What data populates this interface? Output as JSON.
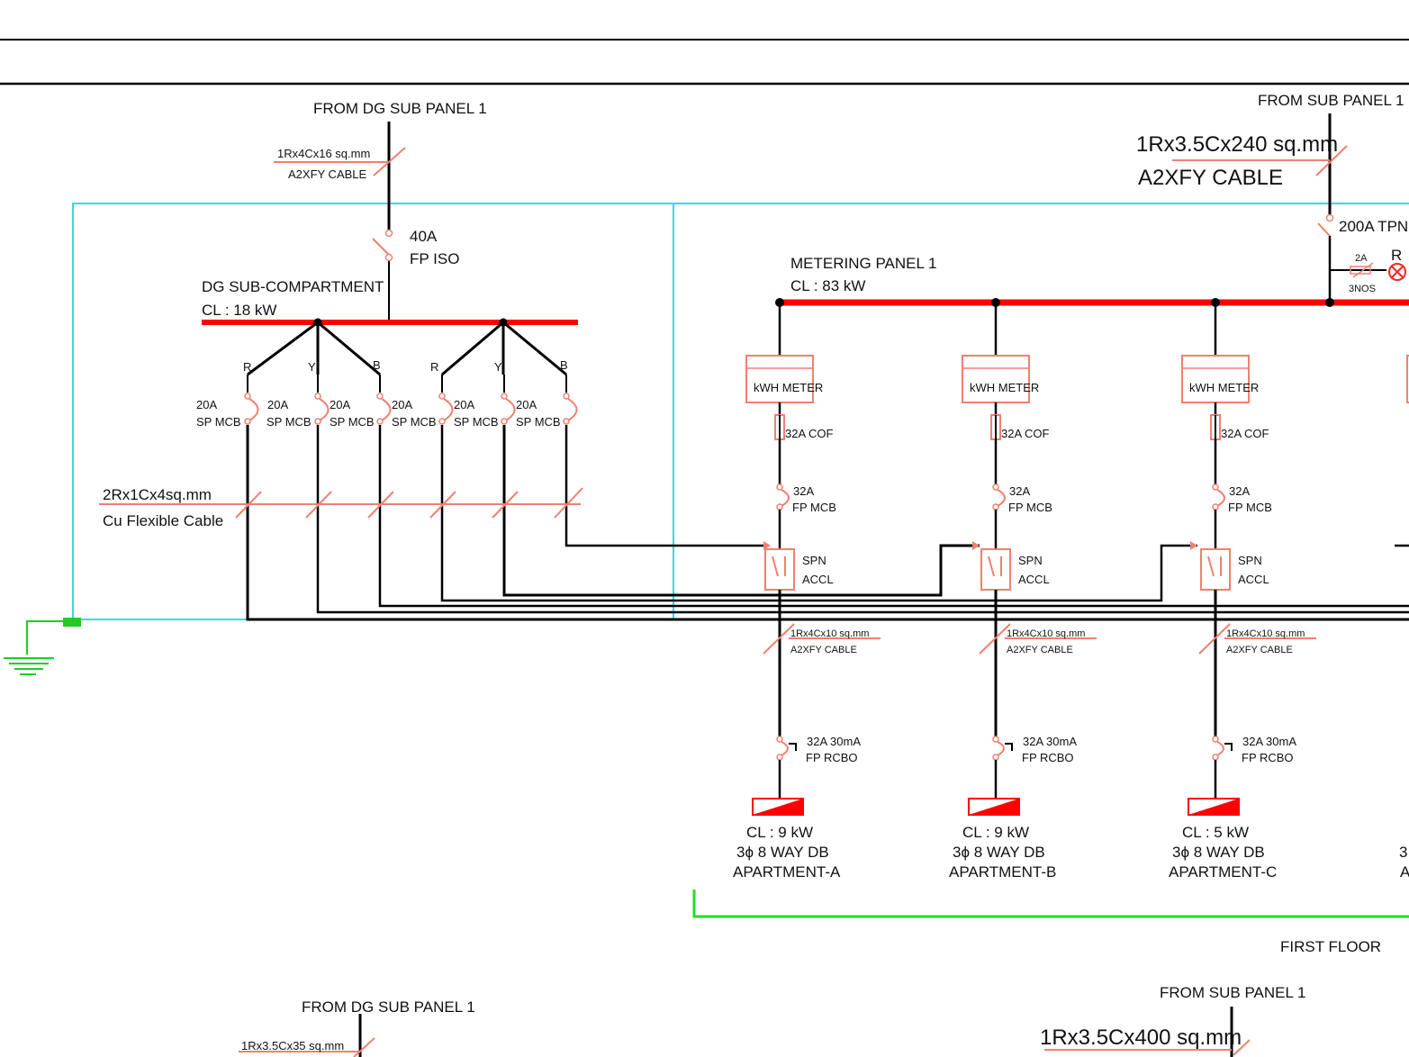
{
  "colors": {
    "wire": "#000000",
    "busbar": "#ff0000",
    "symbol": "#f08070",
    "boundary": "#33dddd",
    "earth": "#22cc22",
    "floor_line": "#22dd22"
  },
  "dg_section": {
    "source_label": "FROM DG SUB PANEL 1",
    "cable_size": "1Rx4Cx16 sq.mm",
    "cable_type": "A2XFY CABLE",
    "isolator_rating": "40A",
    "isolator_type": "FP ISO",
    "compartment_name": "DG SUB-COMPARTMENT",
    "compartment_load": "CL : 18 kW",
    "phases": [
      "R",
      "Y",
      "B",
      "R",
      "Y",
      "B"
    ],
    "mcbs": [
      {
        "rating": "20A",
        "type": "SP MCB"
      },
      {
        "rating": "20A",
        "type": "SP MCB"
      },
      {
        "rating": "20A",
        "type": "SP MCB"
      },
      {
        "rating": "20A",
        "type": "SP MCB"
      },
      {
        "rating": "20A",
        "type": "SP MCB"
      },
      {
        "rating": "20A",
        "type": "SP MCB"
      }
    ],
    "flex_cable_size": "2Rx1Cx4sq.mm",
    "flex_cable_type": "Cu Flexible Cable"
  },
  "main_section": {
    "source_label": "FROM SUB PANEL 1",
    "cable_size": "1Rx3.5Cx240 sq.mm",
    "cable_type": "A2XFY CABLE",
    "incomer": "200A TPN",
    "indicator_rating": "2A",
    "indicator_phase": "R",
    "indicator_qty": "3NOS",
    "panel_name": "METERING PANEL 1",
    "panel_load": "CL : 83 kW"
  },
  "feeders": [
    {
      "meter": "kWH METER",
      "cof": "32A COF",
      "mcb_rating": "32A",
      "mcb_type": "FP MCB",
      "accl_line1": "SPN",
      "accl_line2": "ACCL",
      "cable_size": "1Rx4Cx10 sq.mm",
      "cable_type": "A2XFY CABLE",
      "rcbo_rating": "32A 30mA",
      "rcbo_type": "FP RCBO",
      "load": "CL : 9 kW",
      "db": "3ϕ 8 WAY DB",
      "apartment": "APARTMENT-A"
    },
    {
      "meter": "kWH METER",
      "cof": "32A COF",
      "mcb_rating": "32A",
      "mcb_type": "FP MCB",
      "accl_line1": "SPN",
      "accl_line2": "ACCL",
      "cable_size": "1Rx4Cx10 sq.mm",
      "cable_type": "A2XFY CABLE",
      "rcbo_rating": "32A 30mA",
      "rcbo_type": "FP RCBO",
      "load": "CL : 9 kW",
      "db": "3ϕ 8 WAY DB",
      "apartment": "APARTMENT-B"
    },
    {
      "meter": "kWH METER",
      "cof": "32A COF",
      "mcb_rating": "32A",
      "mcb_type": "FP MCB",
      "accl_line1": "SPN",
      "accl_line2": "ACCL",
      "cable_size": "1Rx4Cx10 sq.mm",
      "cable_type": "A2XFY CABLE",
      "rcbo_rating": "32A 30mA",
      "rcbo_type": "FP RCBO",
      "load": "CL : 5 kW",
      "db": "3ϕ 8 WAY DB",
      "apartment": "APARTMENT-C"
    }
  ],
  "partial_feeder": {
    "db_fragment": "3",
    "apartment_fragment": "A"
  },
  "floor_label": "FIRST FLOOR",
  "bottom_section": {
    "dg_source_label": "FROM DG SUB PANEL 1",
    "dg_cable_size": "1Rx3.5Cx35 sq.mm",
    "main_source_label": "FROM SUB PANEL 1",
    "main_cable_size": "1Rx3.5Cx400 sq.mm"
  }
}
